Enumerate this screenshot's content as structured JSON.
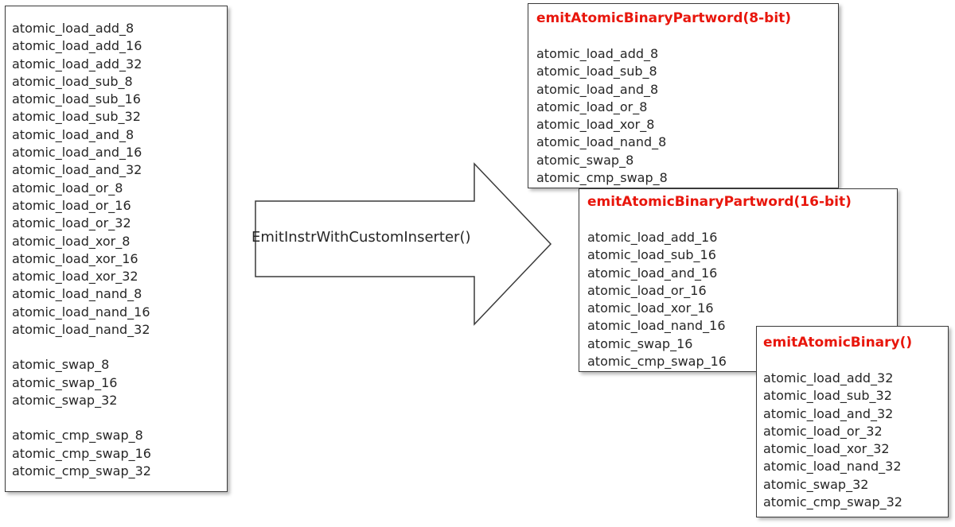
{
  "left_list": {
    "groups": [
      [
        "atomic_load_add_8",
        "atomic_load_add_16",
        "atomic_load_add_32",
        "atomic_load_sub_8",
        "atomic_load_sub_16",
        "atomic_load_sub_32",
        "atomic_load_and_8",
        "atomic_load_and_16",
        "atomic_load_and_32",
        "atomic_load_or_8",
        "atomic_load_or_16",
        "atomic_load_or_32",
        "atomic_load_xor_8",
        "atomic_load_xor_16",
        "atomic_load_xor_32",
        "atomic_load_nand_8",
        "atomic_load_nand_16",
        "atomic_load_nand_32"
      ],
      [
        "atomic_swap_8",
        "atomic_swap_16",
        "atomic_swap_32"
      ],
      [
        "atomic_cmp_swap_8",
        "atomic_cmp_swap_16",
        "atomic_cmp_swap_32"
      ]
    ]
  },
  "arrow": {
    "label": "EmitInstrWithCustomInserter()"
  },
  "box_8bit": {
    "title": "emitAtomicBinaryPartword(8-bit)",
    "items": [
      "atomic_load_add_8",
      "atomic_load_sub_8",
      "atomic_load_and_8",
      "atomic_load_or_8",
      "atomic_load_xor_8",
      "atomic_load_nand_8",
      "atomic_swap_8",
      "atomic_cmp_swap_8"
    ]
  },
  "box_16bit": {
    "title": "emitAtomicBinaryPartword(16-bit)",
    "items": [
      "atomic_load_add_16",
      "atomic_load_sub_16",
      "atomic_load_and_16",
      "atomic_load_or_16",
      "atomic_load_xor_16",
      "atomic_load_nand_16",
      "atomic_swap_16",
      "atomic_cmp_swap_16"
    ]
  },
  "box_32bit": {
    "title": "emitAtomicBinary()",
    "items": [
      "atomic_load_add_32",
      "atomic_load_sub_32",
      "atomic_load_and_32",
      "atomic_load_or_32",
      "atomic_load_xor_32",
      "atomic_load_nand_32",
      "atomic_swap_32",
      "atomic_cmp_swap_32"
    ]
  },
  "colors": {
    "title_red": "#e8160c",
    "text": "#262626",
    "border": "#3a3a3a"
  }
}
